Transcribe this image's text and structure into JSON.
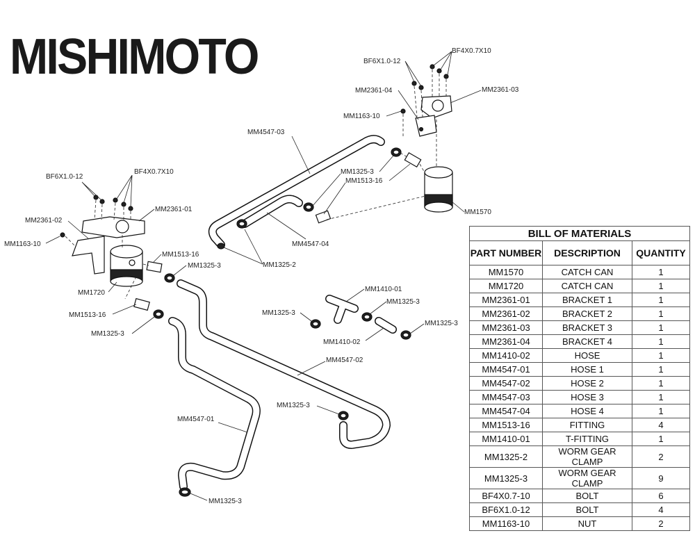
{
  "brand": {
    "logo": "MISHIMOTO"
  },
  "callouts": [
    "BF4X0.7X10",
    "BF6X1.0-12",
    "MM2361-04",
    "MM2361-03",
    "MM1163-10",
    "MM4547-03",
    "MM1325-3",
    "MM1513-16",
    "MM1570",
    "BF6X1.0-12",
    "BF4X0.7X10",
    "MM2361-01",
    "MM2361-02",
    "MM1163-10",
    "MM4547-04",
    "MM1325-2",
    "MM1513-16",
    "MM1325-3",
    "MM1720",
    "MM1410-01",
    "MM1325-3",
    "MM1325-3",
    "MM1325-3",
    "MM1410-02",
    "MM1513-16",
    "MM1325-3",
    "MM4547-02",
    "MM1325-3",
    "MM4547-01",
    "MM1325-3"
  ],
  "bom": {
    "title": "BILL OF MATERIALS",
    "headers": [
      "PART NUMBER",
      "DESCRIPTION",
      "QUANTITY"
    ],
    "rows": [
      [
        "MM1570",
        "CATCH CAN",
        "1"
      ],
      [
        "MM1720",
        "CATCH CAN",
        "1"
      ],
      [
        "MM2361-01",
        "BRACKET 1",
        "1"
      ],
      [
        "MM2361-02",
        "BRACKET 2",
        "1"
      ],
      [
        "MM2361-03",
        "BRACKET 3",
        "1"
      ],
      [
        "MM2361-04",
        "BRACKET 4",
        "1"
      ],
      [
        "MM1410-02",
        "HOSE",
        "1"
      ],
      [
        "MM4547-01",
        "HOSE 1",
        "1"
      ],
      [
        "MM4547-02",
        "HOSE 2",
        "1"
      ],
      [
        "MM4547-03",
        "HOSE 3",
        "1"
      ],
      [
        "MM4547-04",
        "HOSE 4",
        "1"
      ],
      [
        "MM1513-16",
        "FITTING",
        "4"
      ],
      [
        "MM1410-01",
        "T-FITTING",
        "1"
      ],
      [
        "MM1325-2",
        "WORM GEAR CLAMP",
        "2"
      ],
      [
        "MM1325-3",
        "WORM GEAR CLAMP",
        "9"
      ],
      [
        "BF4X0.7-10",
        "BOLT",
        "6"
      ],
      [
        "BF6X1.0-12",
        "BOLT",
        "4"
      ],
      [
        "MM1163-10",
        "NUT",
        "2"
      ]
    ]
  }
}
